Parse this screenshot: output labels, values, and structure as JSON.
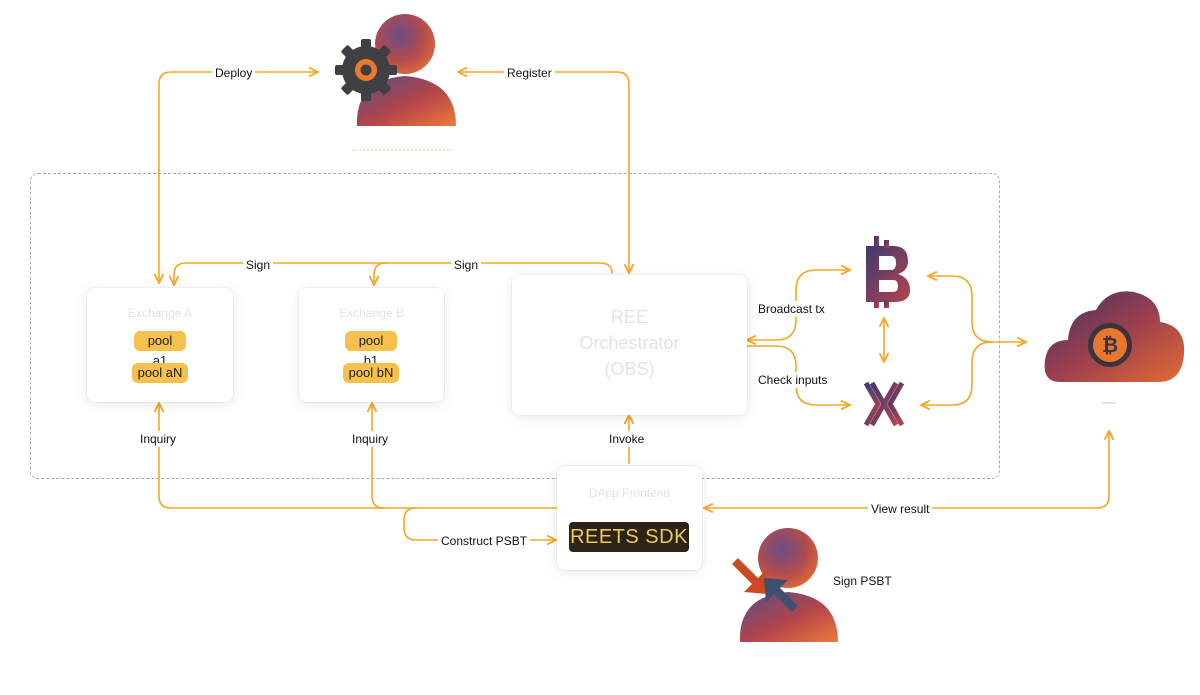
{
  "edges": {
    "deploy": "Deploy",
    "register": "Register",
    "sign_1": "Sign",
    "sign_2": "Sign",
    "broadcast_tx": "Broadcast tx",
    "check_inputs": "Check inputs",
    "inquiry_a": "Inquiry",
    "inquiry_b": "Inquiry",
    "invoke": "Invoke",
    "construct_psbt": "Construct PSBT",
    "view_result": "View result",
    "sign_psbt": "Sign PSBT"
  },
  "exchange_a": {
    "title": "Exchange A",
    "pools": [
      "pool a1",
      "pool aN"
    ]
  },
  "exchange_b": {
    "title": "Exchange B",
    "pools": [
      "pool b1",
      "pool bN"
    ]
  },
  "orchestrator": {
    "line1": "REE",
    "line2": "Orchestrator",
    "line3": "(OBS)"
  },
  "frontend": {
    "title": "DApp Frontend",
    "sdk_label": "REETS SDK"
  },
  "icons": {
    "developer": "developer-gear-icon",
    "bitcoin": "bitcoin-icon",
    "indexer": "indexer-icon",
    "cloud": "bitcoin-cloud-icon",
    "user": "user-sign-icon"
  },
  "colors": {
    "accent": "#f5a623",
    "pool": "#f5c04c",
    "sdk_bg": "#2b2417",
    "sdk_text": "#f0c85a"
  }
}
